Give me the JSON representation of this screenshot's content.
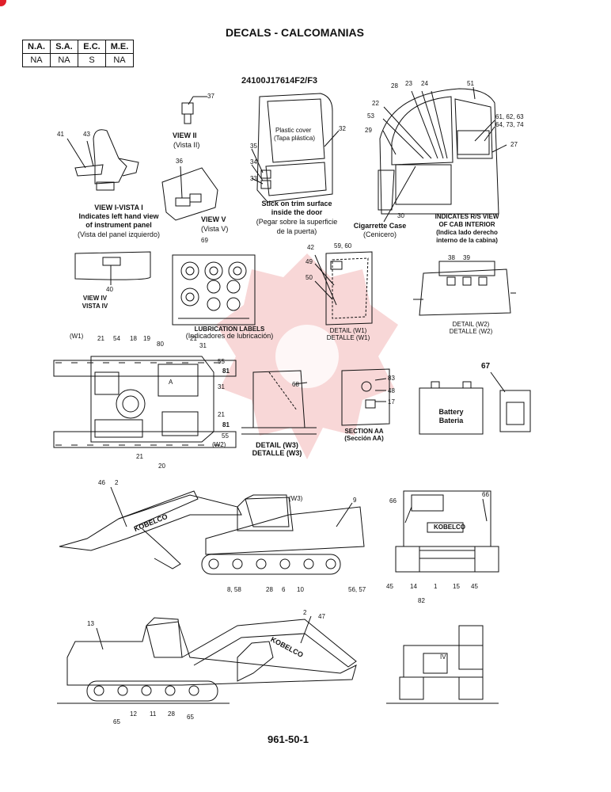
{
  "header": {
    "title": "DECALS - CALCOMANIAS",
    "drawing_no": "24100J17614F2/F3"
  },
  "availability": {
    "headers": [
      "N.A.",
      "S.A.",
      "E.C.",
      "M.E."
    ],
    "values": [
      "NA",
      "NA",
      "S",
      "NA"
    ]
  },
  "views": {
    "view1_title": "VIEW I-VISTA I",
    "view1_l1": "Indicates left hand view",
    "view1_l2": "of instrument panel",
    "view1_l3": "(Vista del panel izquierdo)",
    "view2_title": "VIEW II",
    "view2_sub": "(Vista II)",
    "view5_title": "VIEW V",
    "view5_sub": "(Vista V)",
    "view4_title": "VIEW IV",
    "view4_sub": "VISTA IV",
    "door_l1": "Stick on trim surface",
    "door_l2": "inside the door",
    "door_l3": "(Pegar sobre la superficie",
    "door_l4": "de la puerta)",
    "plastic_l1": "Plastic cover",
    "plastic_l2": "(Tapa plástica)",
    "cig_l1": "Cigarrette Case",
    "cig_l2": "(Cenicero)",
    "rs_l1": "INDICATES R/S VIEW",
    "rs_l2": "OF CAB INTERIOR",
    "rs_l3": "(Indica lado derecho",
    "rs_l4": "interno de la cabina)",
    "lube_l1": "LUBRICATION LABELS",
    "lube_l2": "(Indicadores de lubricación)",
    "w1_l1": "DETAIL (W1)",
    "w1_l2": "DETALLE (W1)",
    "w2_l1": "DETAIL (W2)",
    "w2_l2": "DETALLE (W2)",
    "w3_l1": "DETAIL (W3)",
    "w3_l2": "DETALLE (W3)",
    "aa_l1": "SECTION AA",
    "aa_l2": "(Sección AA)",
    "battery_l1": "Battery",
    "battery_l2": "Bateria",
    "brand": "KOBELCO",
    "w1_tag": "(W1)",
    "w2_tag": "(W2)",
    "w3_tag": "(W3)",
    "iv_tag": "IV",
    "a_tag": "A"
  },
  "callouts": {
    "c37": "37",
    "c41": "41",
    "c43": "43",
    "c36": "36",
    "c35": "35",
    "c34": "34",
    "c33": "33",
    "c32": "32",
    "c28": "28",
    "c23": "23",
    "c24": "24",
    "c51": "51",
    "c22": "22",
    "c53": "53",
    "c29": "29",
    "c616263": "61, 62, 63",
    "c647374": "64, 73, 74",
    "c27": "27",
    "c30": "30",
    "c69": "69",
    "c40": "40",
    "c42": "42",
    "c5960": "59, 60",
    "c49": "49",
    "c50": "50",
    "c38": "38",
    "c39": "39",
    "c21a": "21",
    "c54": "54",
    "c18": "18",
    "c19": "19",
    "c80": "80",
    "c21b": "21",
    "c31a": "31",
    "c55a": "55",
    "c81a": "81",
    "c31b": "31",
    "c21c": "21",
    "c81b": "81",
    "c55b": "55",
    "c21d": "21",
    "c20": "20",
    "c68": "68",
    "c83": "83",
    "c48": "48",
    "c17": "17",
    "c67": "67",
    "c46": "46",
    "c2a": "2",
    "c9": "9",
    "c66a": "66",
    "c66b": "66",
    "c858": "8, 58",
    "c28b": "28",
    "c6": "6",
    "c10": "10",
    "c5657": "56, 57",
    "c45a": "45",
    "c14": "14",
    "c1": "1",
    "c15": "15",
    "c45b": "45",
    "c82": "82",
    "c13": "13",
    "c2b": "2",
    "c47": "47",
    "c65a": "65",
    "c12": "12",
    "c11": "11",
    "c28c": "28",
    "c65b": "65"
  },
  "footer": {
    "page_no": "961-50-1"
  }
}
